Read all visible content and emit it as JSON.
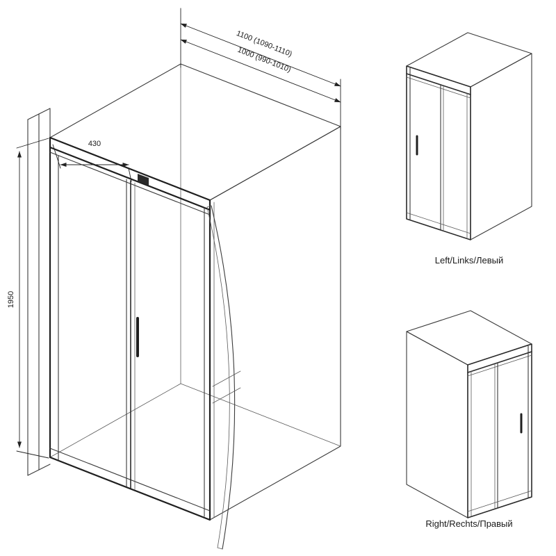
{
  "dims": {
    "width_outer": "1100 (1090-1110)",
    "width_inner": "1000 (990-1010)",
    "panel_width": "430",
    "height": "1950"
  },
  "views": {
    "left_label": "Left/Links/Левый",
    "right_label": "Right/Rechts/Правый"
  }
}
